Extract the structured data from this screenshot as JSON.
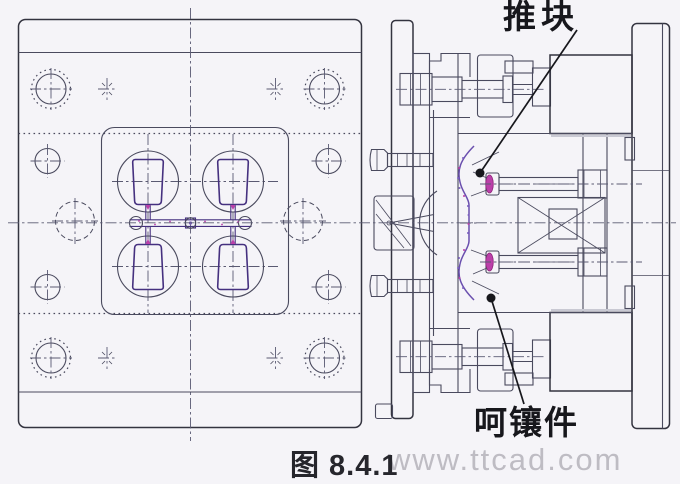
{
  "drawing": {
    "caption": "图 8.4.1",
    "watermark": "www.ttcad.com",
    "callouts": {
      "push_block": "推块",
      "cavity_insert": "呵镶件"
    }
  },
  "colors": {
    "bg": "#f5f4f8",
    "line": "#4a4a5e",
    "line_strong": "#33333f",
    "centerline": "#5a5a72",
    "purple": "#45307f",
    "magenta": "#bb3fa9",
    "label": "#17171c",
    "watermark": "#9d9aa4"
  }
}
